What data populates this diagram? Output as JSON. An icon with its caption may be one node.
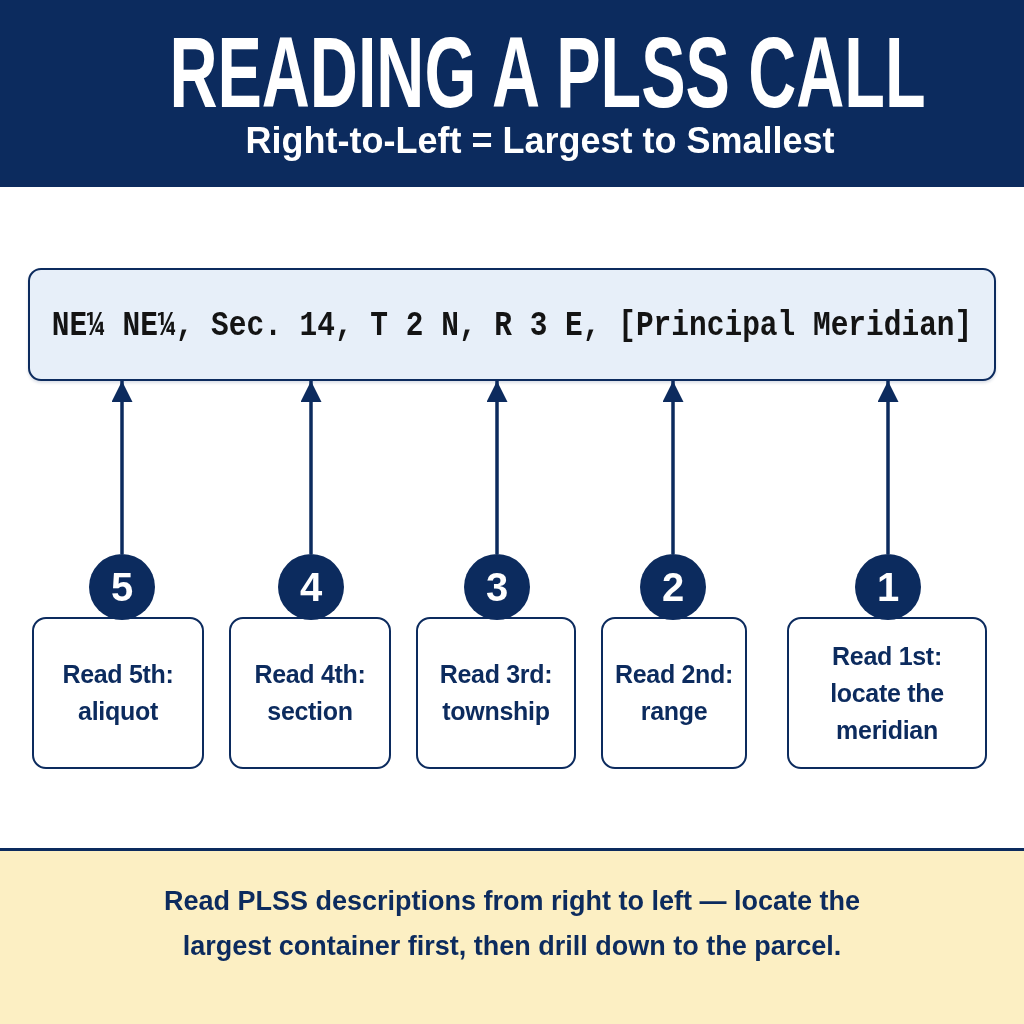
{
  "diagram": {
    "title": "READING A PLSS CALL",
    "labels": [
      "Right-to-Left = Largest to Smallest"
    ],
    "nodes": [
      {
        "text": [
          "NE¼ NE¼, Sec. 14, T 2 N, R 3 E, [Principal Meridian]"
        ]
      },
      {
        "text": [
          "5"
        ]
      },
      {
        "text": [
          "4"
        ]
      },
      {
        "text": [
          "3"
        ]
      },
      {
        "text": [
          "2"
        ]
      },
      {
        "text": [
          "1"
        ]
      },
      {
        "text": [
          "Read 5th: aliquot"
        ]
      },
      {
        "text": [
          "Read 4th: section"
        ]
      },
      {
        "text": [
          "Read 3rd: township"
        ]
      },
      {
        "text": [
          "Read 2nd: range"
        ]
      },
      {
        "text": [
          "Read 1st: locate the meridian"
        ]
      }
    ],
    "edges": [
      {
        "from": 1,
        "to": 0,
        "arrow": "to"
      },
      {
        "from": 2,
        "to": 0,
        "arrow": "to"
      },
      {
        "from": 3,
        "to": 0,
        "arrow": "to"
      },
      {
        "from": 4,
        "to": 0,
        "arrow": "to"
      },
      {
        "from": 5,
        "to": 0,
        "arrow": "to"
      }
    ],
    "caption": "Read PLSS descriptions from right to left — locate the largest container first, then drill down to the parcel."
  }
}
